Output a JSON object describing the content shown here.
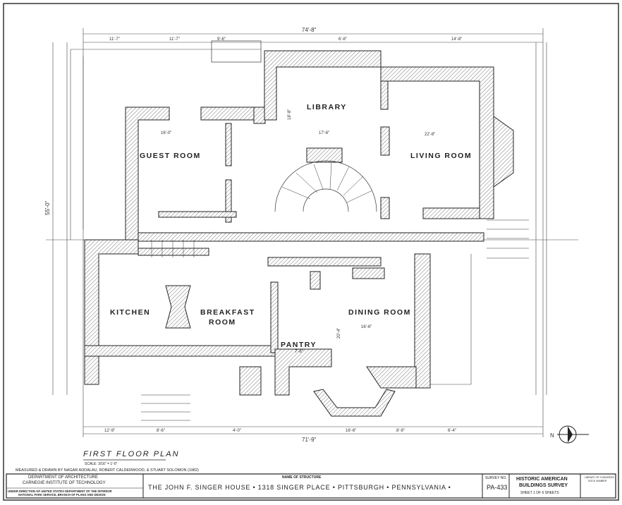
{
  "sheet": {
    "title": "FIRST FLOOR PLAN",
    "scale": "SCALE: 3/16\" = 1'-0\"",
    "credits": "MEASURED & DRAWN BY NAGAR ADDALAU, ROBERT CALDERWOOD, & STUART SOLOMON (1982)"
  },
  "rooms": {
    "library": "LIBRARY",
    "guest_room": "GUEST ROOM",
    "living_room": "LIVING ROOM",
    "kitchen": "KITCHEN",
    "breakfast_1": "BREAKFAST",
    "breakfast_2": "ROOM",
    "dining_room": "DINING ROOM",
    "pantry": "PANTRY"
  },
  "dimensions": {
    "overall_top": "74'-8\"",
    "overall_bottom": "71'-9\"",
    "overall_left": "55'-0\"",
    "top_1": "11'-7\"",
    "top_2": "11'-7\"",
    "top_3": "9'-6\"",
    "top_4": "6'-8\"",
    "top_5": "14'-8\"",
    "library_width": "17'-6\"",
    "library_depth": "18'-8\"",
    "living_width": "22'-8\"",
    "guest_width": "16'-0\"",
    "dining_width": "16'-6\"",
    "dining_depth": "20'-4\"",
    "pantry_width": "7'-6\"",
    "bottom_1": "12'-9\"",
    "bottom_2": "8'-6\"",
    "bottom_3": "4'-0\"",
    "bottom_4": "16'-6\"",
    "bottom_5": "8'-9\"",
    "bottom_6": "6'-4\""
  },
  "title_block": {
    "dept_1": "DEPARTMENT OF ARCHITECTURE",
    "dept_2": "CARNEGIE INSTITUTE OF TECHNOLOGY",
    "direction_1": "UNDER DIRECTION OF UNITED STATES DEPARTMENT OF THE INTERIOR",
    "direction_2": "NATIONAL PARK SERVICE, BRANCH OF PLANS AND DESIGN",
    "name_label": "NAME OF STRUCTURE",
    "name_value": "THE JOHN F. SINGER HOUSE  •  1318 SINGER PLACE  •  PITTSBURGH  •  PENNSYLVANIA  •",
    "survey_label": "SURVEY NO.",
    "survey_value": "PA-433",
    "habs_1": "HISTORIC AMERICAN",
    "habs_2": "BUILDINGS SURVEY",
    "sheet_of": "SHEET 1 OF 6 SHEETS",
    "library": "LIBRARY OF CONGRESS",
    "library_2": "DOCK NUMBER"
  },
  "north_label": "N"
}
